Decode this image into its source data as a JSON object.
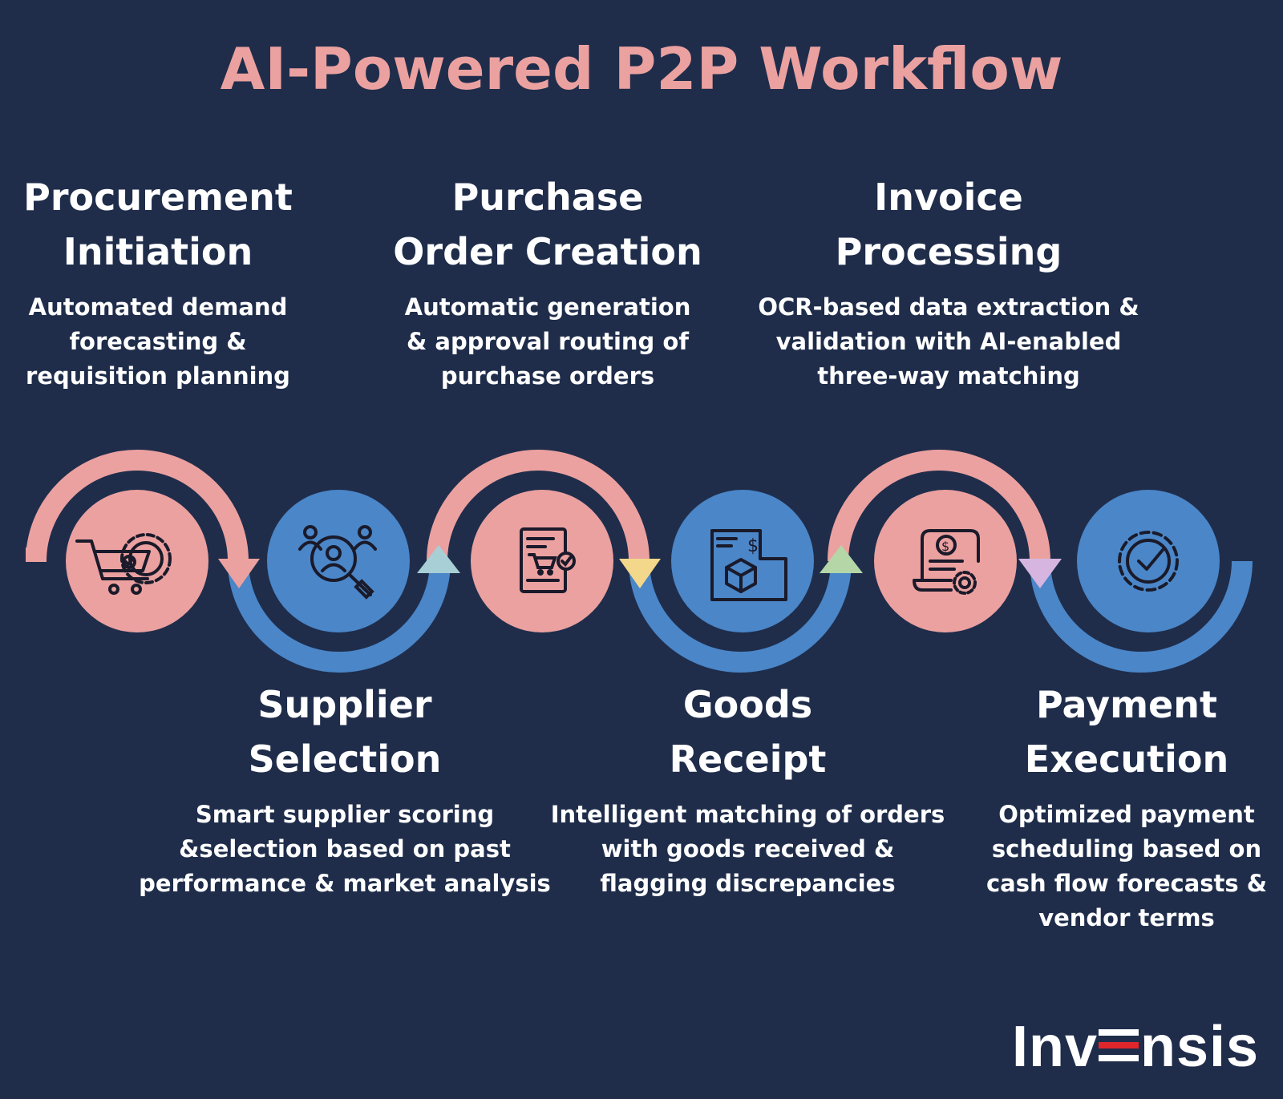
{
  "title": "AI-Powered P2P Workflow",
  "colors": {
    "background": "#1f2d4b",
    "pink": "#eba1a0",
    "blue": "#4a86c8",
    "title": "#eba1a0"
  },
  "steps": [
    {
      "title_lines": [
        "Procurement",
        "Initiation"
      ],
      "desc_lines": [
        "Automated demand",
        "forecasting &",
        "requisition planning"
      ],
      "icon": "cart-gear-icon"
    },
    {
      "title_lines": [
        "Supplier",
        "Selection"
      ],
      "desc_lines": [
        "Smart supplier scoring",
        "&selection based on past",
        "performance & market analysis"
      ],
      "icon": "people-search-icon"
    },
    {
      "title_lines": [
        "Purchase",
        "Order Creation"
      ],
      "desc_lines": [
        "Automatic generation",
        "& approval routing of",
        "purchase orders"
      ],
      "icon": "purchase-order-icon"
    },
    {
      "title_lines": [
        "Goods",
        "Receipt"
      ],
      "desc_lines": [
        "Intelligent matching of orders",
        "with goods received &",
        "flagging discrepancies"
      ],
      "icon": "package-receipt-icon"
    },
    {
      "title_lines": [
        "Invoice",
        "Processing"
      ],
      "desc_lines": [
        "OCR-based data extraction &",
        "validation with AI-enabled",
        "three-way matching"
      ],
      "icon": "invoice-gear-icon"
    },
    {
      "title_lines": [
        "Payment",
        "Execution"
      ],
      "desc_lines": [
        "Optimized payment",
        "scheduling based on",
        "cash flow forecasts &",
        "vendor terms"
      ],
      "icon": "gear-check-icon"
    }
  ],
  "logo": {
    "text": "Invensis"
  }
}
